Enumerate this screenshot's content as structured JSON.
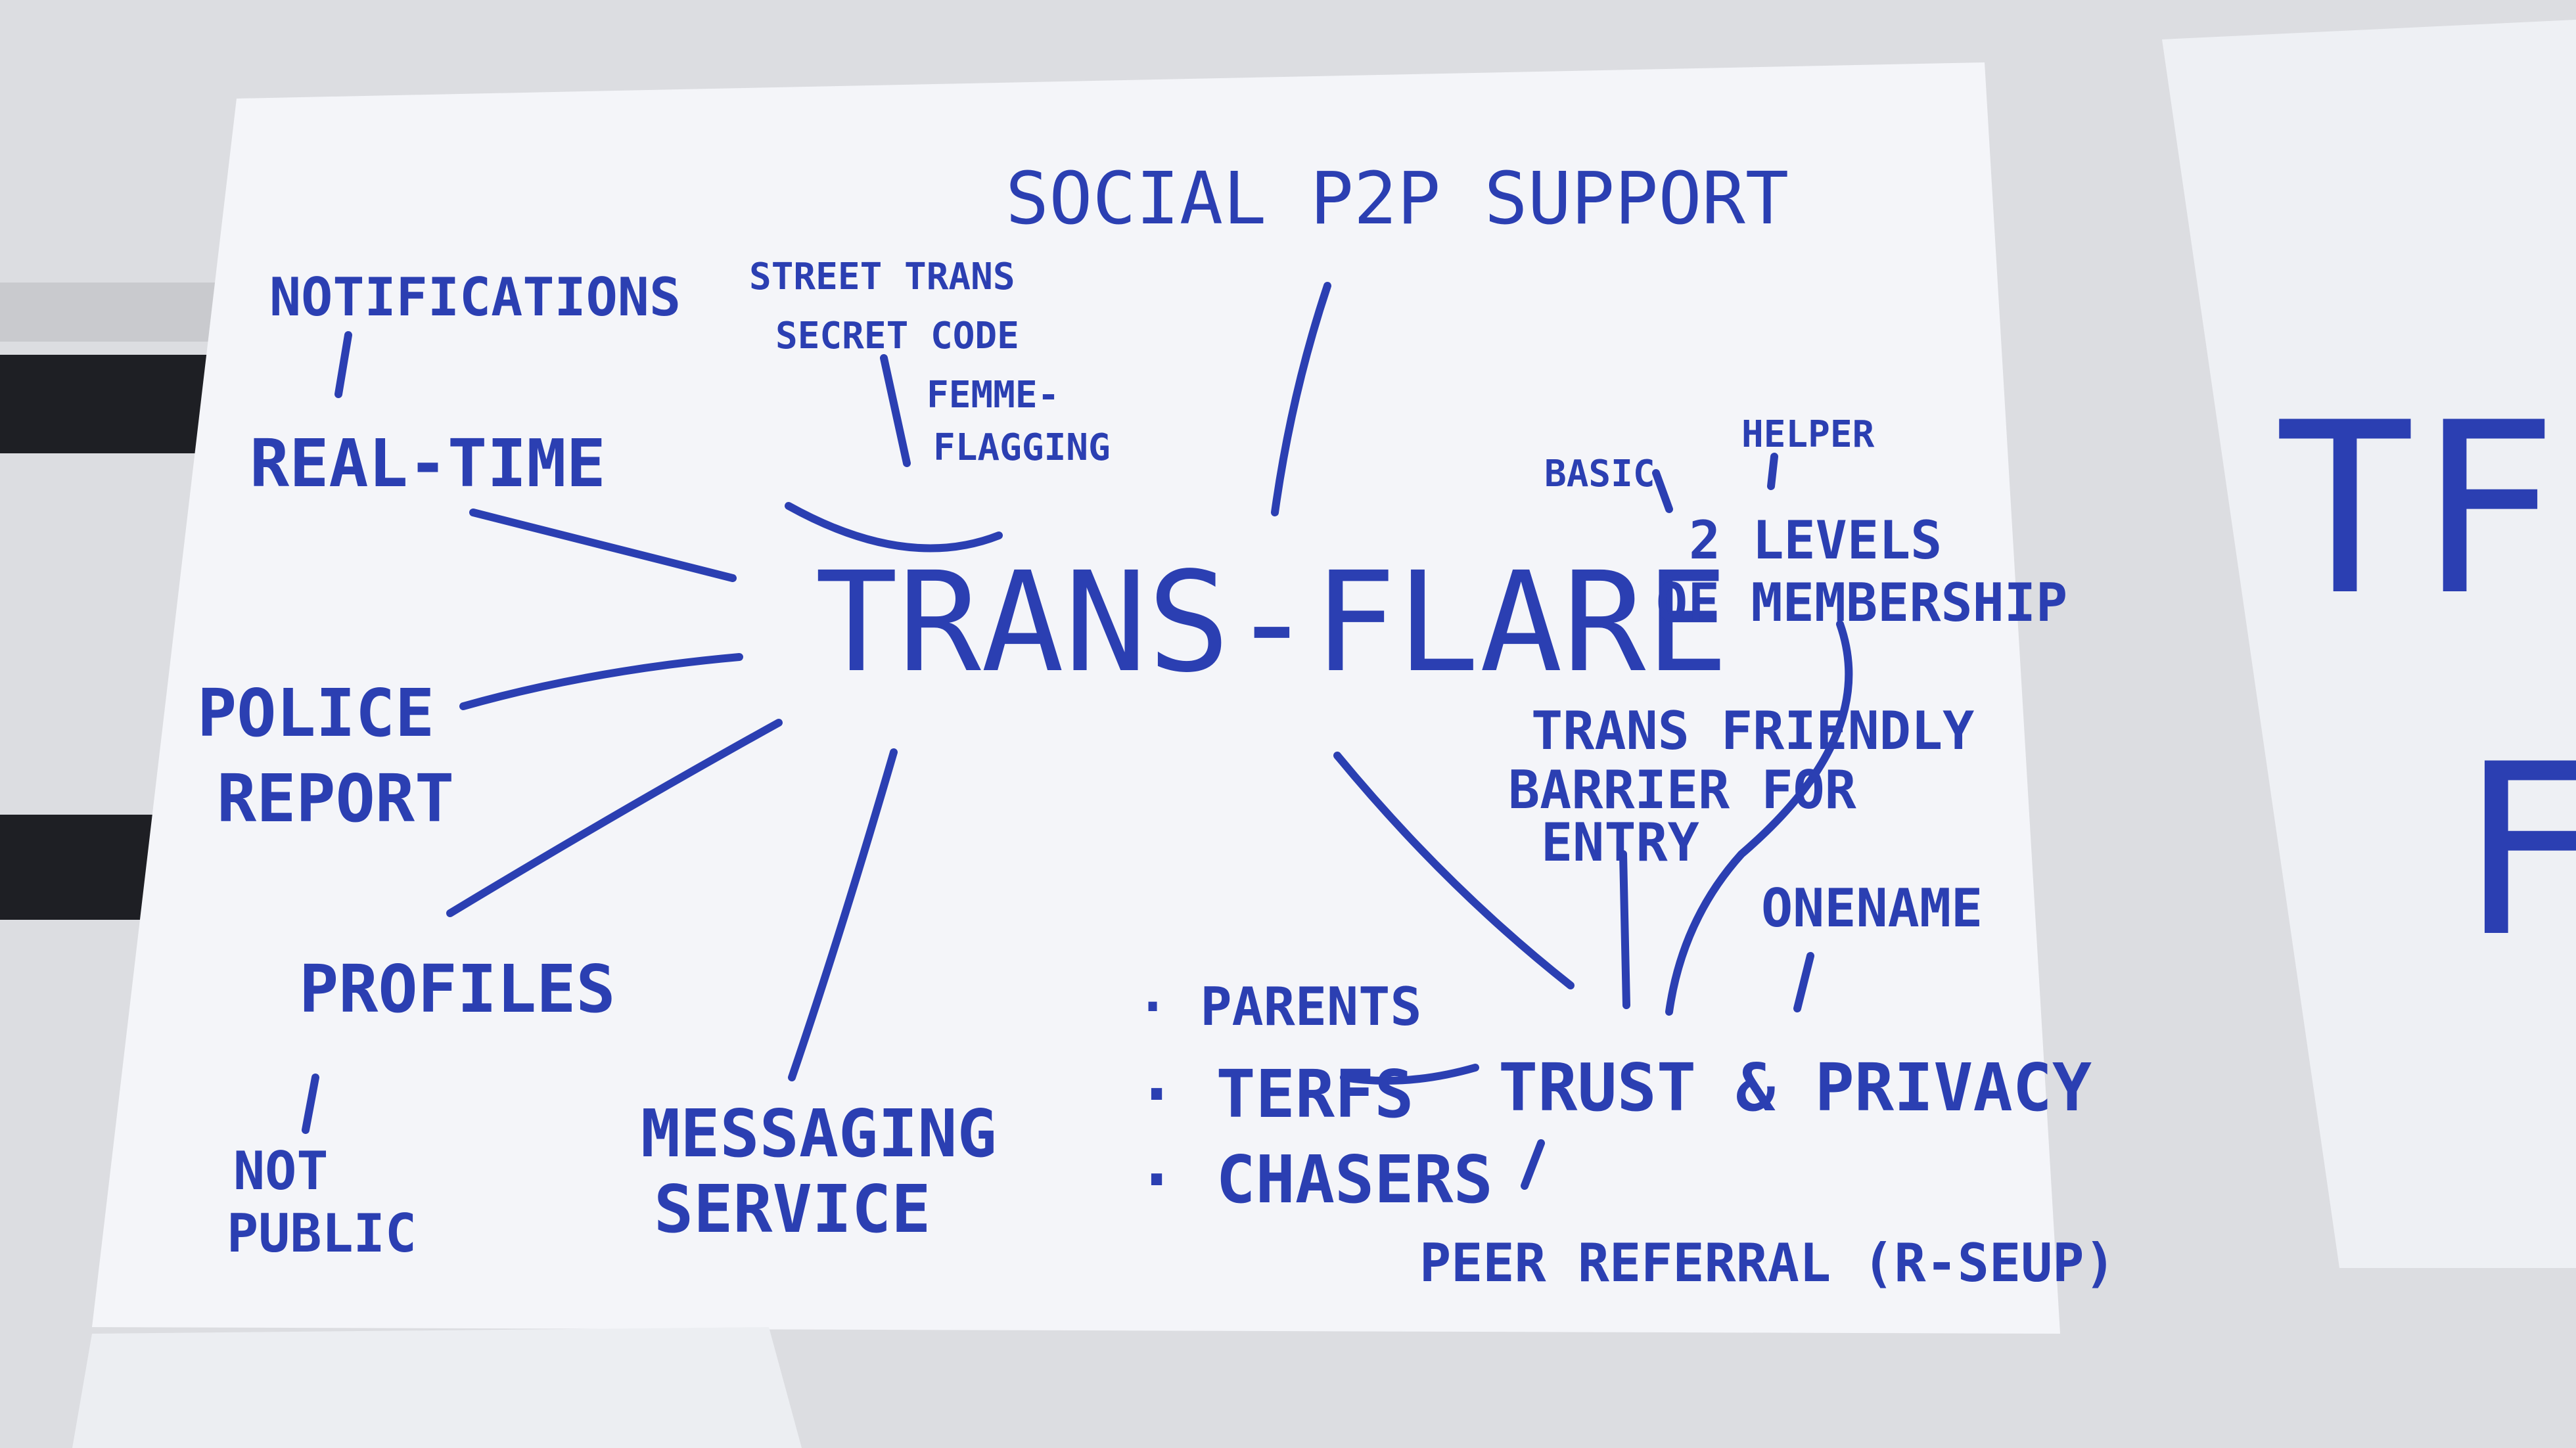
{
  "colors": {
    "ink": "#2b3fb2",
    "paper": "#f4f5f9",
    "background": "#dcdde1"
  },
  "central": "Trans-Flare",
  "nodes": {
    "social": "Social P2P Support",
    "street_1": "Street Trans",
    "street_2": "Secret Code",
    "femme_1": "Femme-",
    "femme_2": "Flagging",
    "notifications": "Notifications",
    "realtime": "Real-Time",
    "police_1": "Police",
    "police_2": "Report",
    "profiles": "Profiles",
    "not_public_1": "Not",
    "not_public_2": "Public",
    "messaging_1": "Messaging",
    "messaging_2": "Service",
    "basic": "Basic",
    "helper": "Helper",
    "levels_1": "2 Levels",
    "levels_2": "of Membership",
    "barrier_1": "Trans Friendly",
    "barrier_2": "Barrier for",
    "barrier_3": "Entry",
    "onename": "OneName",
    "trust": "Trust & Privacy",
    "parents": "· Parents",
    "terfs": "· TERFs",
    "chasers": "· Chasers",
    "peer": "Peer Referral (R-Seup)"
  },
  "side_sheet": {
    "line_1": "TF",
    "line_2": "F"
  }
}
